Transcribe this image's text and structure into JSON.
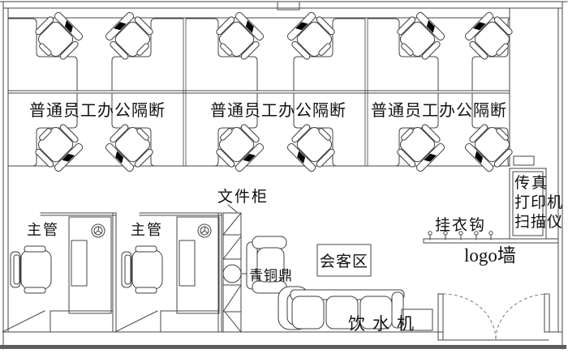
{
  "drawing": {
    "type": "office-floor-plan",
    "cubicle_blocks": [
      "普通员工办公隔断",
      "普通员工办公隔断",
      "普通员工办公隔断"
    ],
    "manager_offices": [
      "主管",
      "主管"
    ],
    "labels": {
      "file_cabinet": "文件柜",
      "bronze_ding": "青铜鼎",
      "meeting_area": "会客区",
      "coat_hooks": "挂衣钩",
      "logo_wall": "logo墙",
      "fax": "传真",
      "printer": "打印机",
      "scanner": "扫描仪",
      "water_dispenser": "饮水机"
    },
    "colors": {
      "line": "#454545",
      "heavy_line": "#5d5d5d",
      "text": "#111111",
      "background": "#ffffff",
      "chair_mark": "#000000"
    }
  }
}
